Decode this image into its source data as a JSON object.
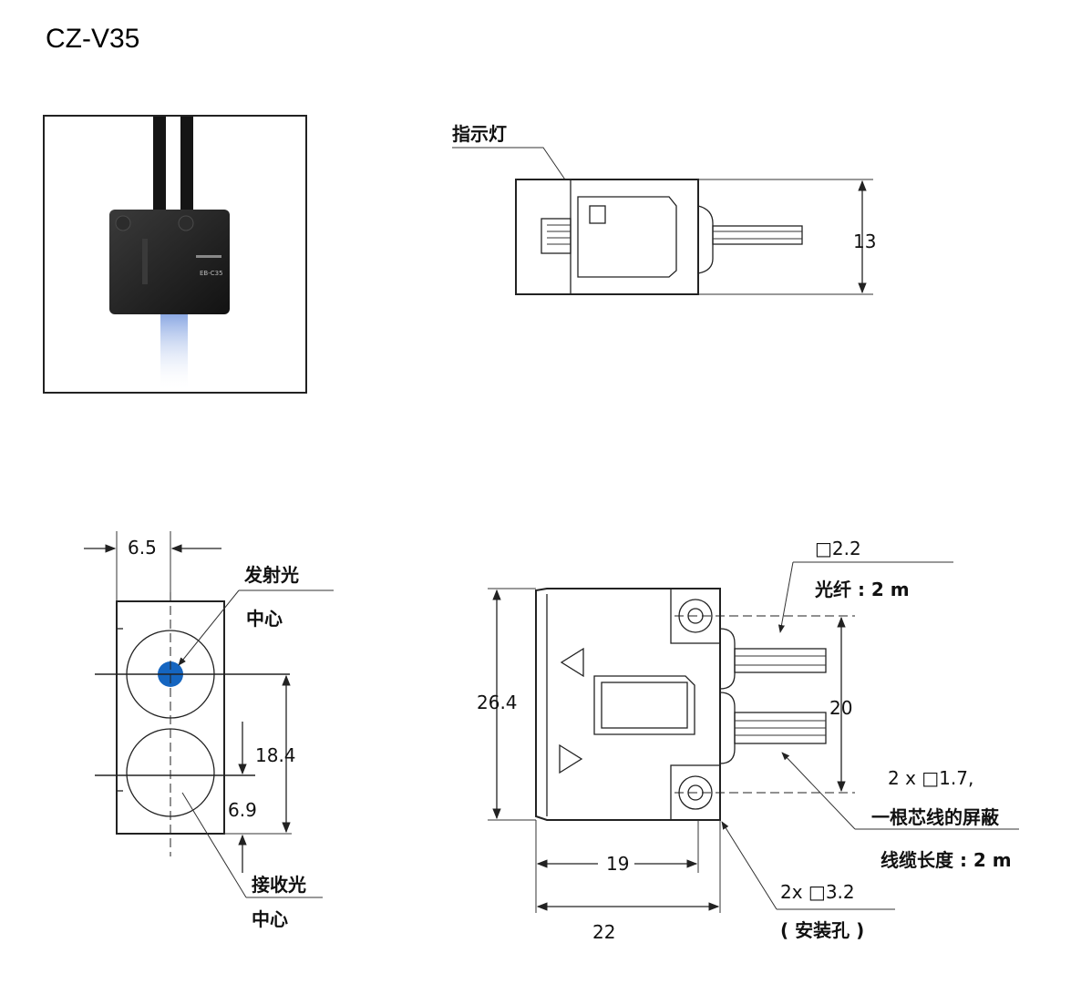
{
  "title": "CZ-V35",
  "photo": {
    "body_color": "#1e1e1e",
    "label_text": "EB-C35",
    "light_color": "#9fb8e6"
  },
  "top_view": {
    "indicator_label": "指示灯",
    "height_dim": "13"
  },
  "front_view": {
    "pitch_x_dim": "6.5",
    "emit_label_1": "发射光",
    "emit_label_2": "中心",
    "pitch_y_dim": "18.4",
    "offset_dim": "6.9",
    "recv_label_1": "接收光",
    "recv_label_2": "中心",
    "emit_dot_color": "#1565c0"
  },
  "side_view": {
    "fiber_size": "□2.2",
    "fiber_length": "光纤 : 2 m",
    "height_dim": "26.4",
    "pitch_dim": "20",
    "wire_spec_1": "2 x □1.7,",
    "wire_spec_2": "一根芯线的屏蔽",
    "cable_length": "线缆长度 : 2 m",
    "inner_width_dim": "19",
    "width_dim": "22",
    "hole_spec_1": "2x □3.2",
    "hole_spec_2": "( 安装孔 )"
  }
}
